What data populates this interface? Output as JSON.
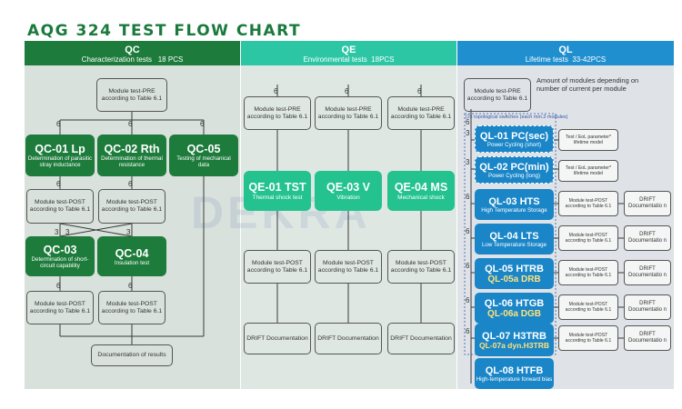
{
  "title": "AQG 324 TEST FLOW CHART",
  "watermark": "DEKRA",
  "colors": {
    "qc_dark": "#1d7b3b",
    "qc_bg": "#d9e1dc",
    "qe_head": "#2cc6a5",
    "qe_box": "#23c28f",
    "qe_bg": "#dfe7e3",
    "ql_head": "#1f8fcf",
    "ql_box": "#1a86c8",
    "ql_bg": "#dfe3e7",
    "title": "#1a7a3c"
  },
  "qc": {
    "head_title": "QC",
    "head_sub": "Characterization tests",
    "head_count": "18 PCS",
    "pre": "Module test-PRE according to Table 6.1",
    "qc01": {
      "h": "QC-01 Lp",
      "s": "Determination of parasitic stray inductance"
    },
    "qc02": {
      "h": "QC-02 Rth",
      "s": "Determination of thermal resistance"
    },
    "qc05": {
      "h": "QC-05",
      "s": "Testing of mechanical data"
    },
    "post1": "Module test-POST according to Table 6.1",
    "post2": "Module test-POST according to Table 6.1",
    "qc03": {
      "h": "QC-03",
      "s": "Determination of short-circuit capability"
    },
    "qc04": {
      "h": "QC-04",
      "s": "Insulation test"
    },
    "post3": "Module test-POST according to Table 6.1",
    "post4": "Module test-POST according to Table 6.1",
    "doc": "Documentation of results",
    "n1": "6",
    "n2": "6",
    "n3": "6",
    "n4": "6",
    "n5": "3",
    "n6": "3",
    "n7": "3",
    "n8": "6",
    "n9": "6",
    "n10": "6"
  },
  "qe": {
    "head_title": "QE",
    "head_sub": "Environmental tests",
    "head_count": "18PCS",
    "pre1": "Module test-PRE according to Table 6.1",
    "pre2": "Module test-PRE according to Table 6.1",
    "pre3": "Module test-PRE according to Table 6.1",
    "t1": {
      "h": "QE-01 TST",
      "s": "Thermal shock test"
    },
    "t2": {
      "h": "QE-03 V",
      "s": "Vibration"
    },
    "t3": {
      "h": "QE-04 MS",
      "s": "Mechanical shock"
    },
    "post1": "Module test-POST according to Table 6.1",
    "post2": "Module test-POST according to Table 6.1",
    "post3": "Module test-POST according to Table 6.1",
    "drift1": "DRIFT Documentation",
    "drift2": "DRIFT Documentation",
    "drift3": "DRIFT Documentation",
    "n1": "6",
    "n2": "6",
    "n3": "6"
  },
  "ql": {
    "head_title": "QL",
    "head_sub": "Lifetime tests",
    "head_count": "33-42PCS",
    "pre": "Module test-PRE according to Table 6.1",
    "note": "Amount of modules depending on number of current per module",
    "group_label": "(2x topological switches (each min.3 modules)",
    "pc1": {
      "h": "QL-01 PC(sec)",
      "s": "Power Cycling (short)"
    },
    "pc2": {
      "h": "QL-02 PC(min)",
      "s": "Power Cycling (long)"
    },
    "life1": "Test / EoL parameter* lifetime model",
    "life2": "Test / EoL parameter* lifetime model",
    "hts": {
      "h": "QL-03 HTS",
      "s": "High Temperature Storage"
    },
    "lts": {
      "h": "QL-04 LTS",
      "s": "Low Temperature Storage"
    },
    "htrb": {
      "h": "QL-05 HTRB",
      "h2": "QL-05a DRB"
    },
    "htgb": {
      "h": "QL-06 HTGB",
      "h2": "QL-06a DGB"
    },
    "h3trb": {
      "h": "QL-07 H3TRB",
      "h2": "QL-07a dyn.H3TRB"
    },
    "htfb": {
      "h": "QL-08 HTFB",
      "s": "High-temperature forward bias"
    },
    "post1": "Module test-POST according to Table 6.1",
    "post2": "Module test-POST according to Table 6.1",
    "post3": "Module test-POST according to Table 6.1",
    "post4": "Module test-POST according to Table 6.1",
    "post5": "Module test-POST according to Table 6.1",
    "drift1": "DRIFT Documentatio n",
    "drift2": "DRIFT Documentatio n",
    "drift3": "DRIFT Documentatio n",
    "drift4": "DRIFT Documentatio n",
    "drift5": "DRIFT Documentatio n",
    "n0": "6",
    "n1": "3",
    "n2": "3",
    "n3": "6",
    "n4": "6",
    "n5": "6",
    "n6": "6",
    "n7": "6"
  }
}
